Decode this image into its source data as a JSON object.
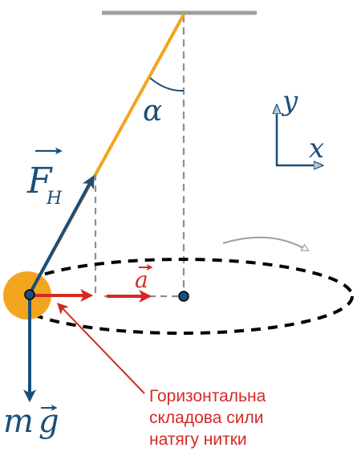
{
  "labels": {
    "angle": "α",
    "tension_force": "F",
    "tension_subscript": "Н",
    "acceleration": "a",
    "gravity_m": "m",
    "gravity_g": "g",
    "axis_x": "x",
    "axis_y": "y"
  },
  "annotation": {
    "line1": "Горизонтальна",
    "line2": "складова сили",
    "line3": "натягу нитки"
  },
  "colors": {
    "ceiling": "#9e9e9e",
    "string": "#f2a51e",
    "bob": "#f2a51e",
    "force": "#1a4f7a",
    "accent_red": "#d42a24",
    "guide": "#8f8f8f",
    "orbit": "#000000",
    "motion_arrow": "#9e9e9e",
    "axis_arrowhead": "#b8c9d6"
  }
}
